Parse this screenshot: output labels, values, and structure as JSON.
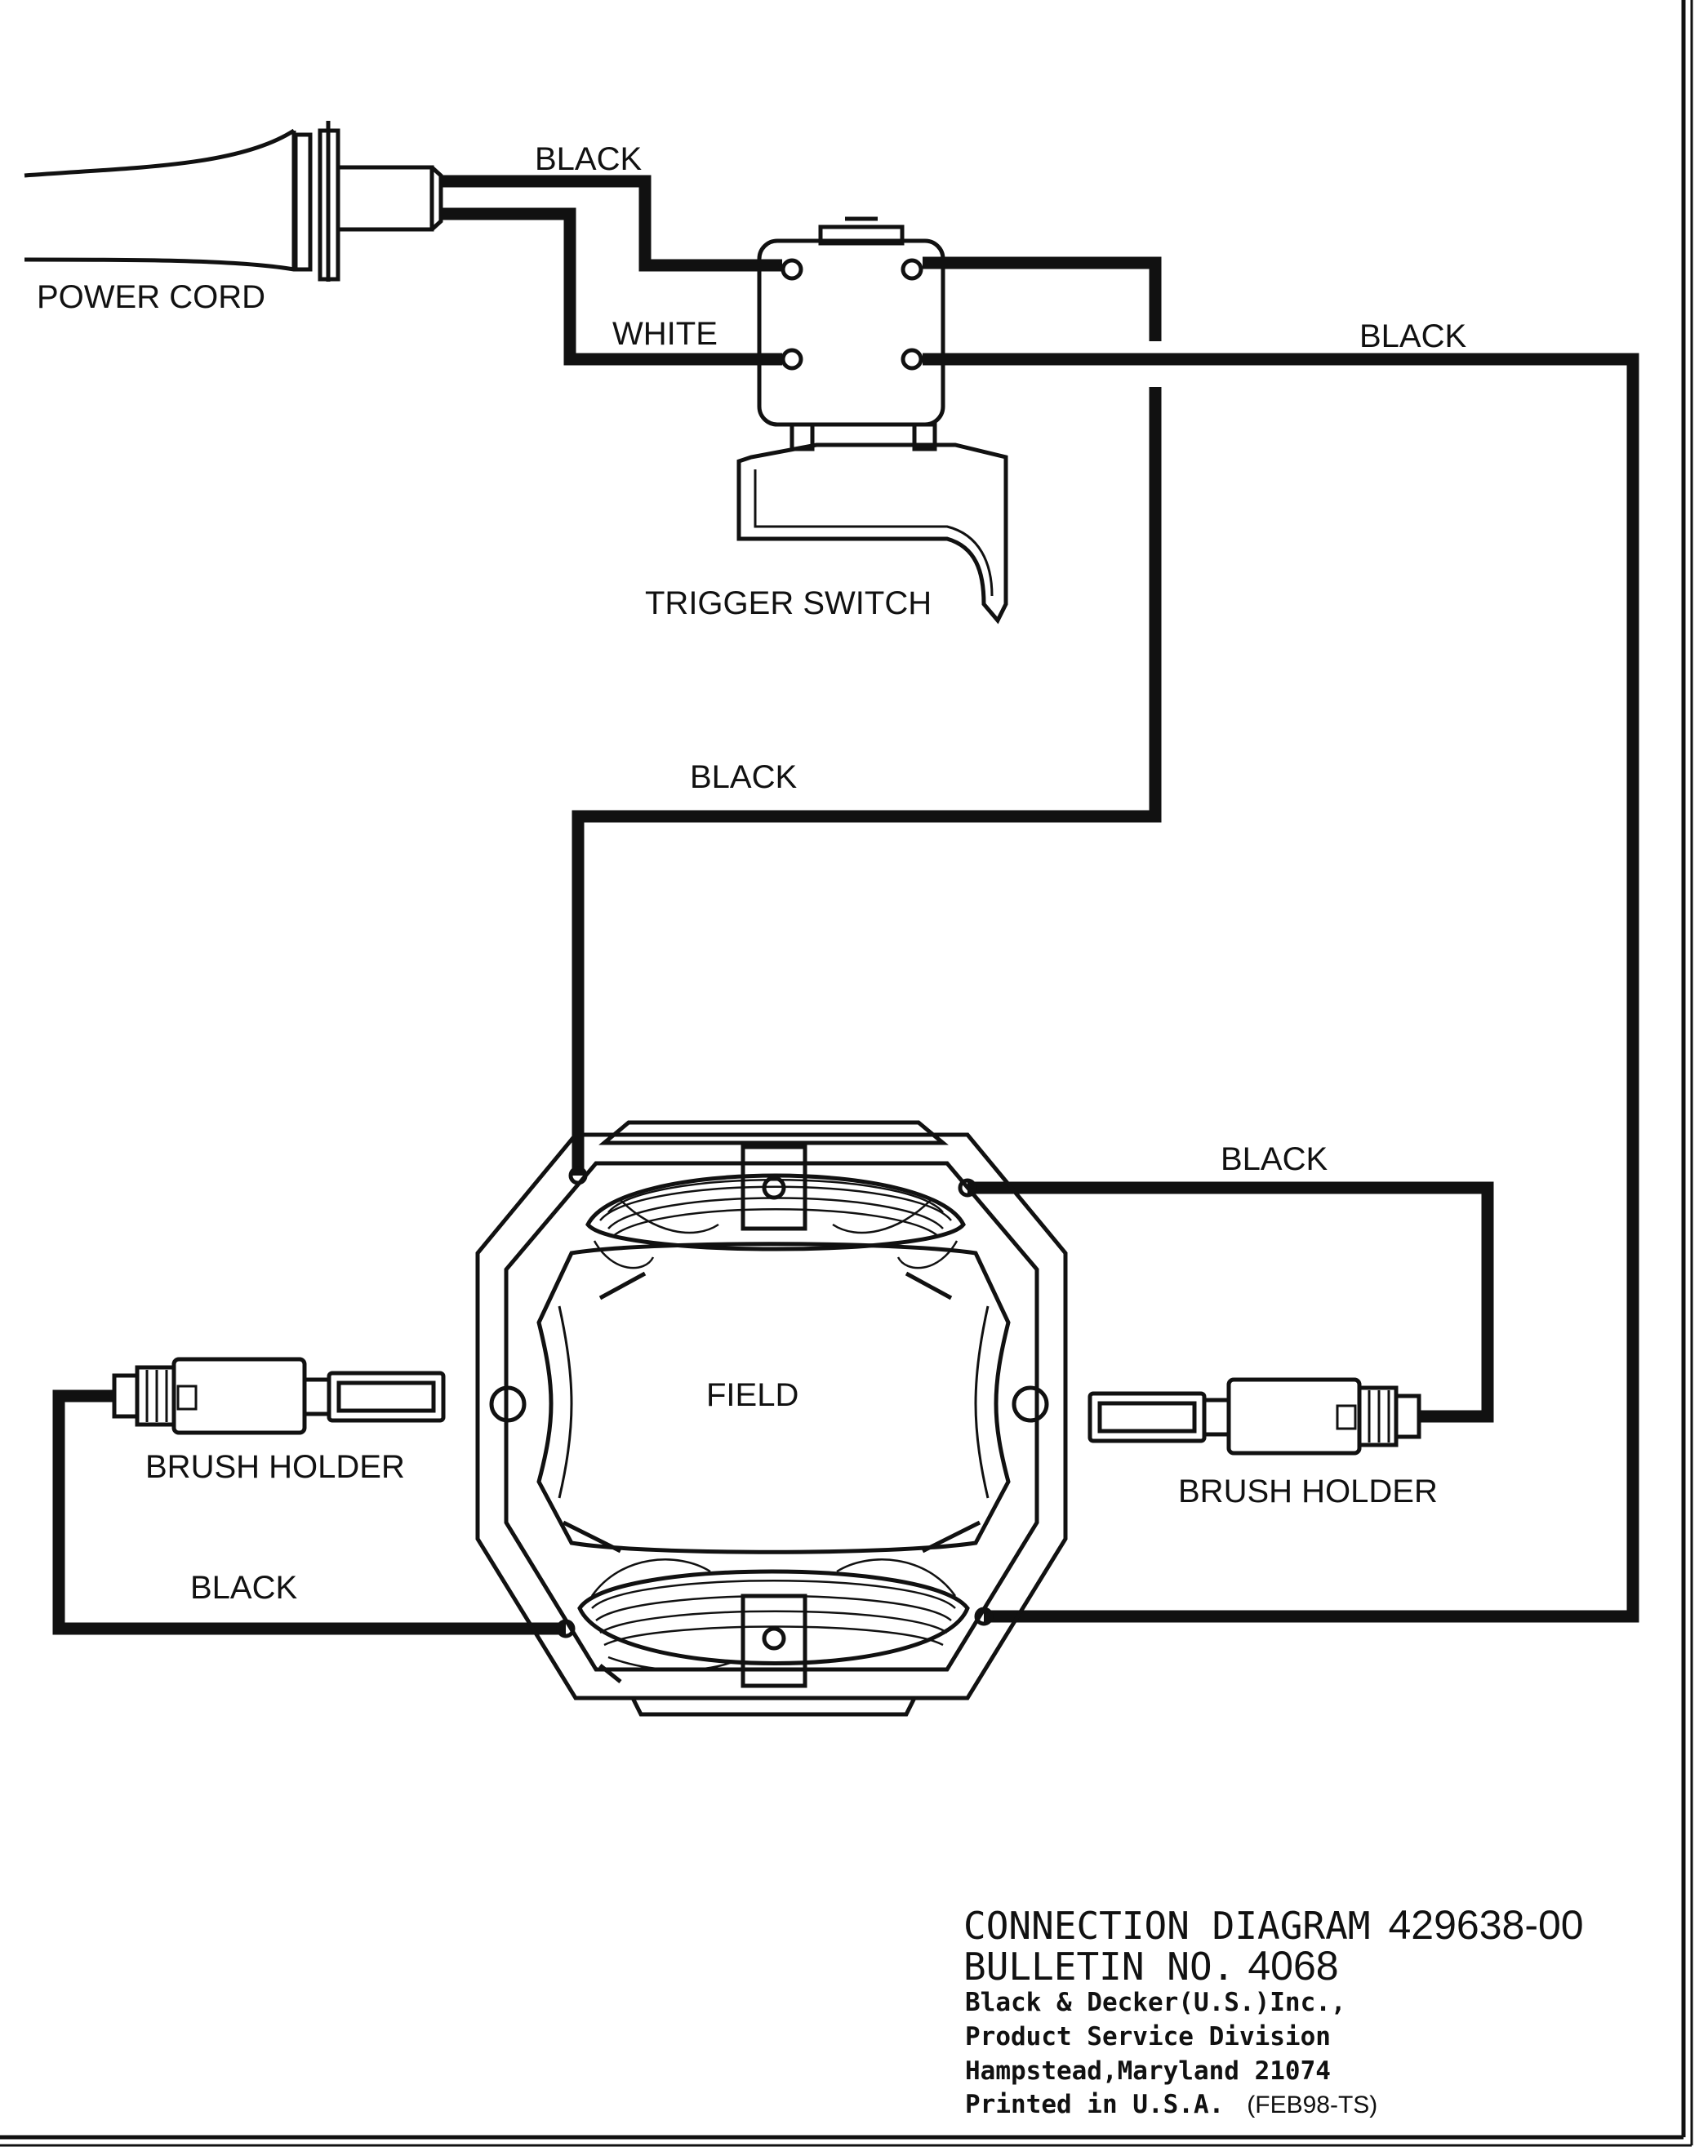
{
  "labels": {
    "power_cord": "POWER CORD",
    "trigger_switch": "TRIGGER SWITCH",
    "field": "FIELD",
    "brush_holder_left": "BRUSH HOLDER",
    "brush_holder_right": "BRUSH HOLDER"
  },
  "wires": {
    "cord_to_switch_top": "BLACK",
    "cord_to_switch_bottom": "WHITE",
    "switch_to_right_rail": "BLACK",
    "switch_to_field": "BLACK",
    "field_to_right_brush": "BLACK",
    "left_brush_to_field": "BLACK"
  },
  "title_block": {
    "diagram_title": "CONNECTION DIAGRAM",
    "diagram_number": "429638-00",
    "bulletin_label": "BULLETIN NO.",
    "bulletin_number": "4068",
    "company": "Black & Decker(U.S.)Inc.,",
    "division": "Product Service Division",
    "address": "Hampstead,Maryland 21074",
    "printed": "Printed in U.S.A.",
    "code": "(FEB98-TS)"
  },
  "colors": {
    "ink": "#111111",
    "paper": "#ffffff"
  }
}
